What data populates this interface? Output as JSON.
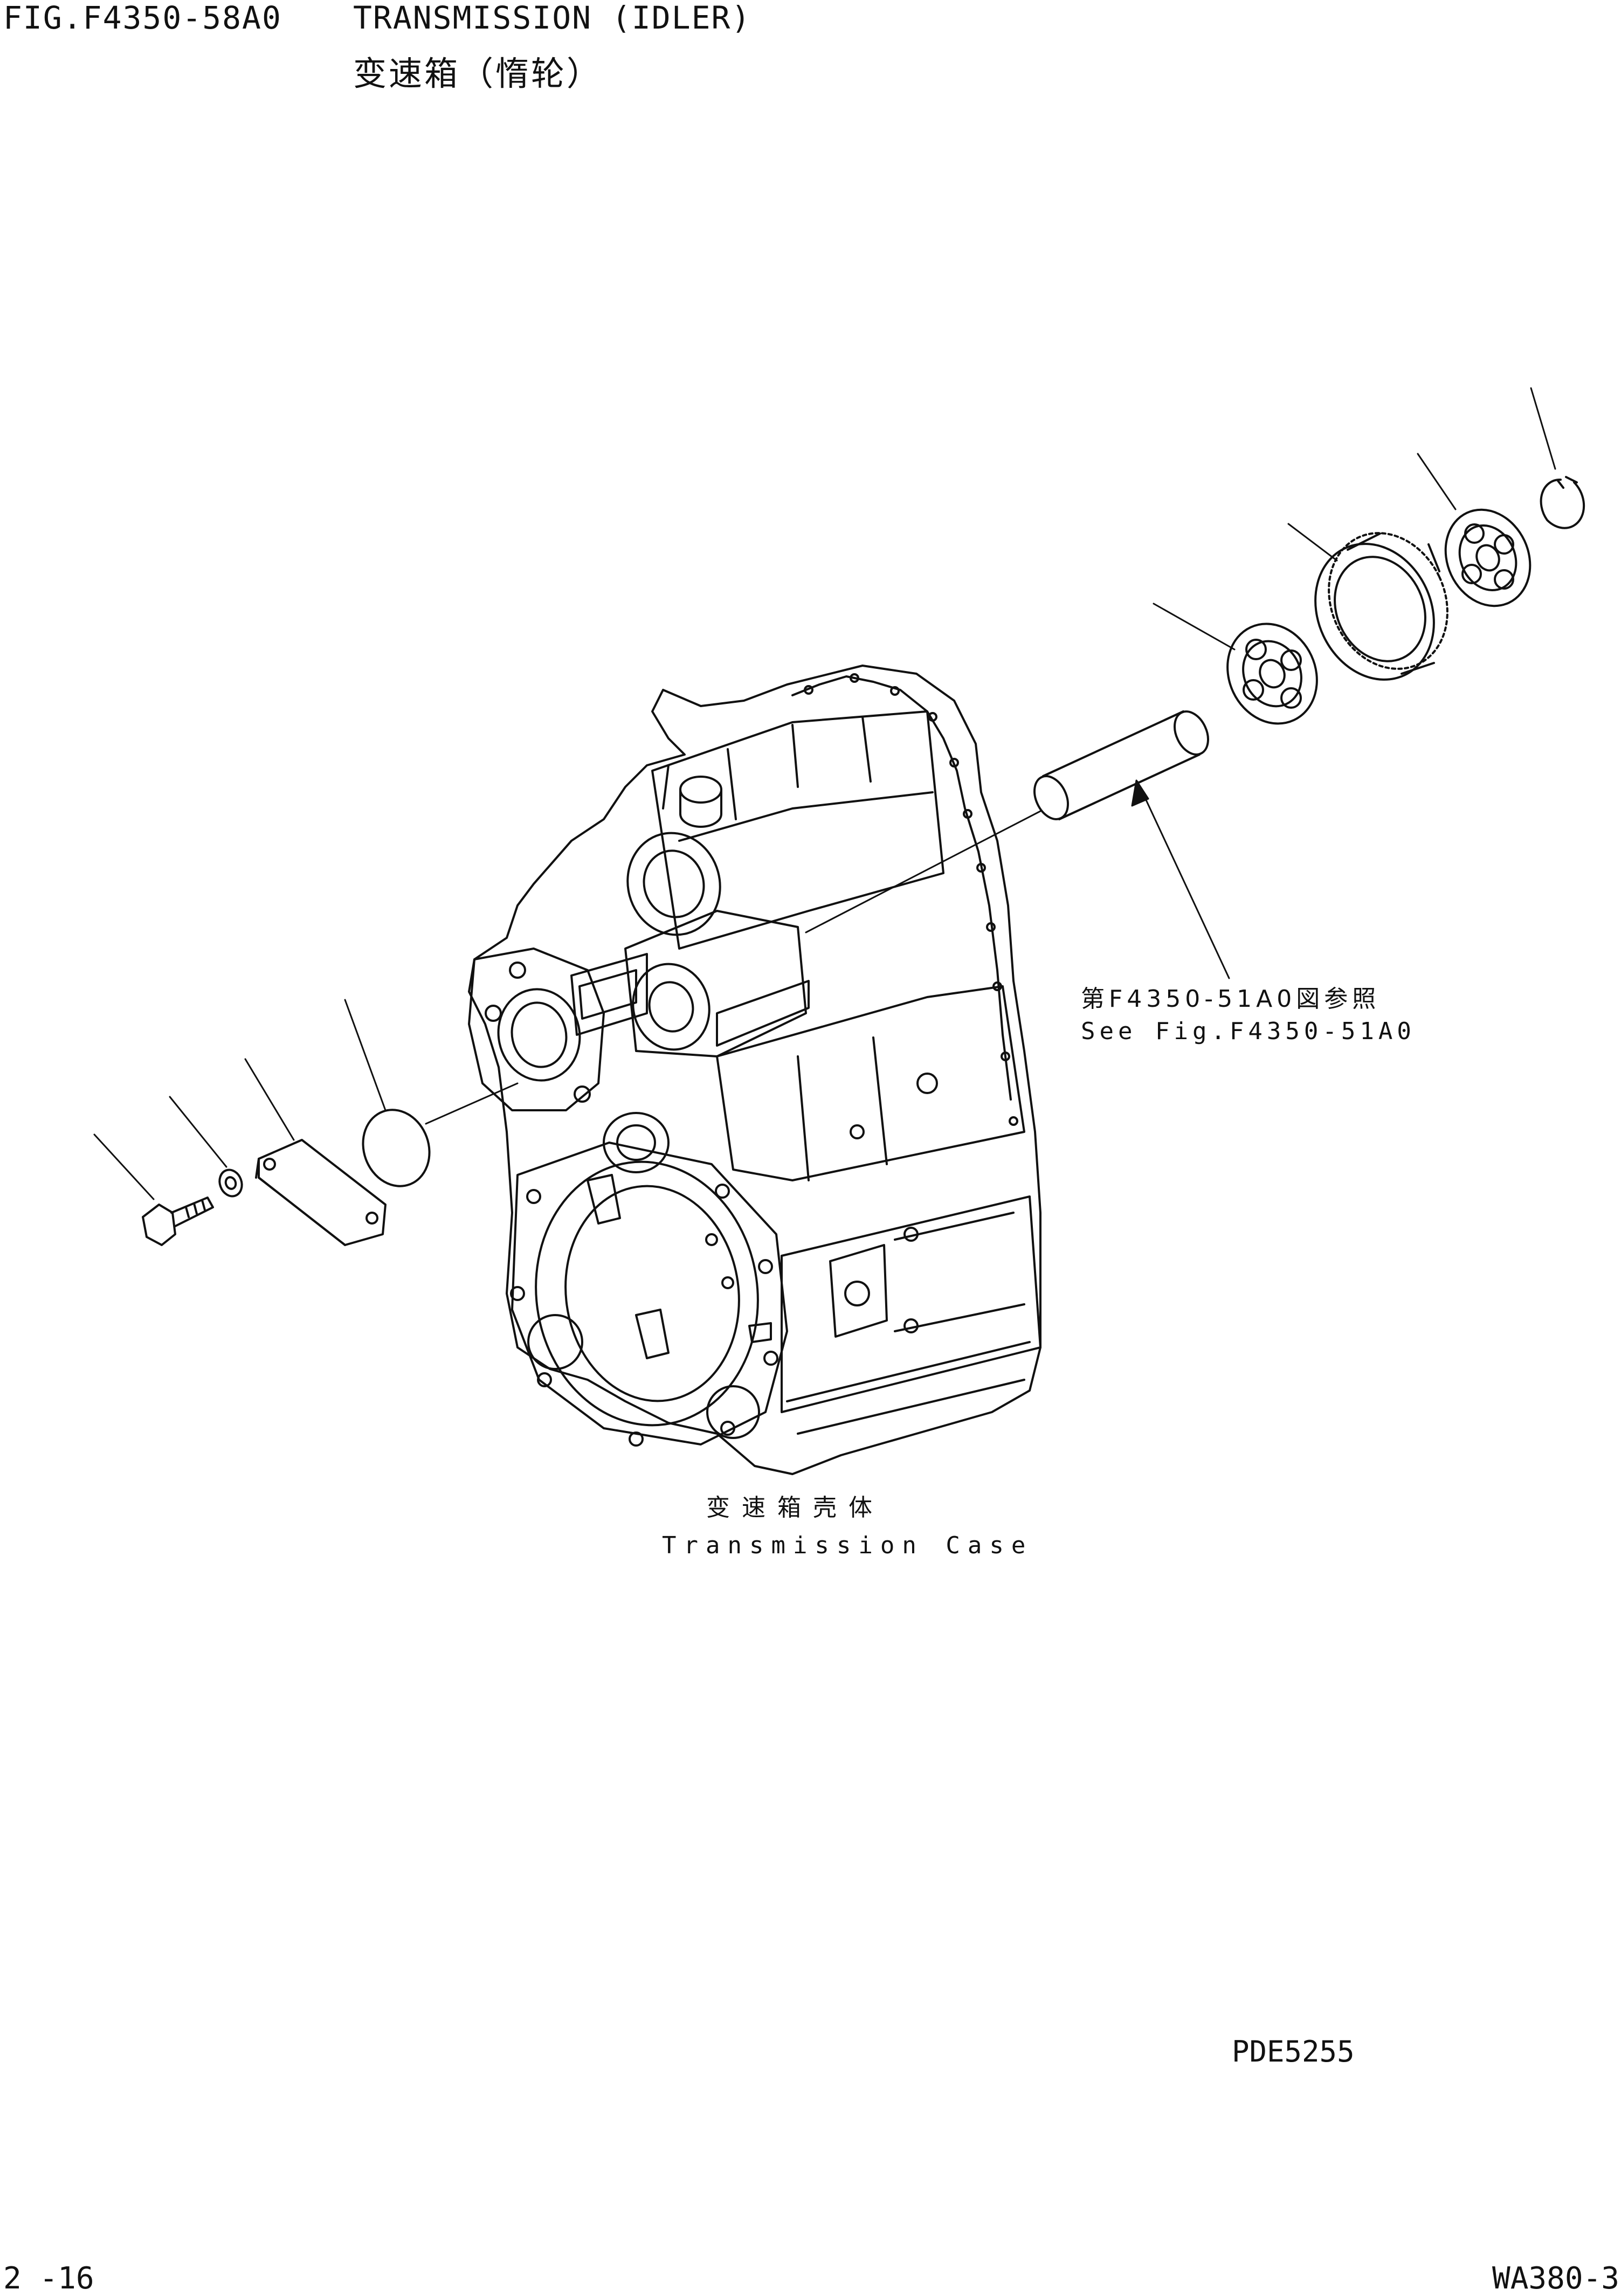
{
  "header": {
    "figure_id": "FIG.F4350-58A0",
    "title_en": "TRANSMISSION  (IDLER)",
    "title_cn": "变速箱（惰轮）"
  },
  "annotations": {
    "see_ref_cn": "第F4350-51A0図参照",
    "see_ref_en": "See Fig.F4350-51A0",
    "case_cn": "变速箱壳体",
    "case_en": "Transmission Case"
  },
  "footer": {
    "drawing_code": "PDE5255",
    "page": "2 -16",
    "model": "WA380-3"
  },
  "colors": {
    "ink": "#111111",
    "paper": "#ffffff"
  }
}
